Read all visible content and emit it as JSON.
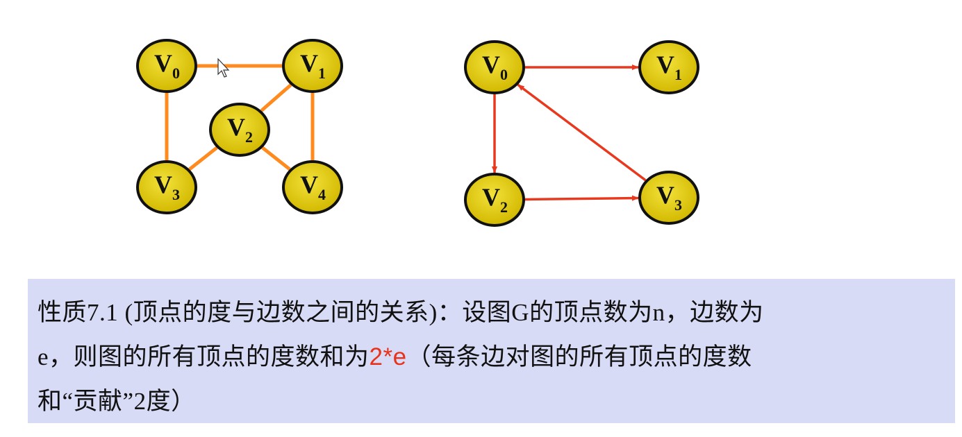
{
  "undirected_graph": {
    "nodes": [
      {
        "id": "V0",
        "label": "V",
        "sub": "0"
      },
      {
        "id": "V1",
        "label": "V",
        "sub": "1"
      },
      {
        "id": "V2",
        "label": "V",
        "sub": "2"
      },
      {
        "id": "V3",
        "label": "V",
        "sub": "3"
      },
      {
        "id": "V4",
        "label": "V",
        "sub": "4"
      }
    ],
    "edges": [
      [
        "V0",
        "V1"
      ],
      [
        "V0",
        "V3"
      ],
      [
        "V1",
        "V2"
      ],
      [
        "V1",
        "V4"
      ],
      [
        "V2",
        "V3"
      ],
      [
        "V2",
        "V4"
      ]
    ],
    "edge_color": "#ff8a1e"
  },
  "directed_graph": {
    "nodes": [
      {
        "id": "V0",
        "label": "V",
        "sub": "0"
      },
      {
        "id": "V1",
        "label": "V",
        "sub": "1"
      },
      {
        "id": "V2",
        "label": "V",
        "sub": "2"
      },
      {
        "id": "V3",
        "label": "V",
        "sub": "3"
      }
    ],
    "edges": [
      [
        "V0",
        "V1"
      ],
      [
        "V0",
        "V2"
      ],
      [
        "V3",
        "V0"
      ],
      [
        "V2",
        "V3"
      ]
    ],
    "edge_color": "#e8391f"
  },
  "property": {
    "line1": "性质7.1 (顶点的度与边数之间的关系)：设图G的顶点数为n，边数为",
    "line2_a": "e，则图的所有顶点的度数和为",
    "line2_highlight": "2*e",
    "line2_b": "（每条边对图的所有顶点的度数",
    "line3": "和“贡献”2度）",
    "highlight_color": "#e8331c",
    "background": "#d8dbf5"
  }
}
